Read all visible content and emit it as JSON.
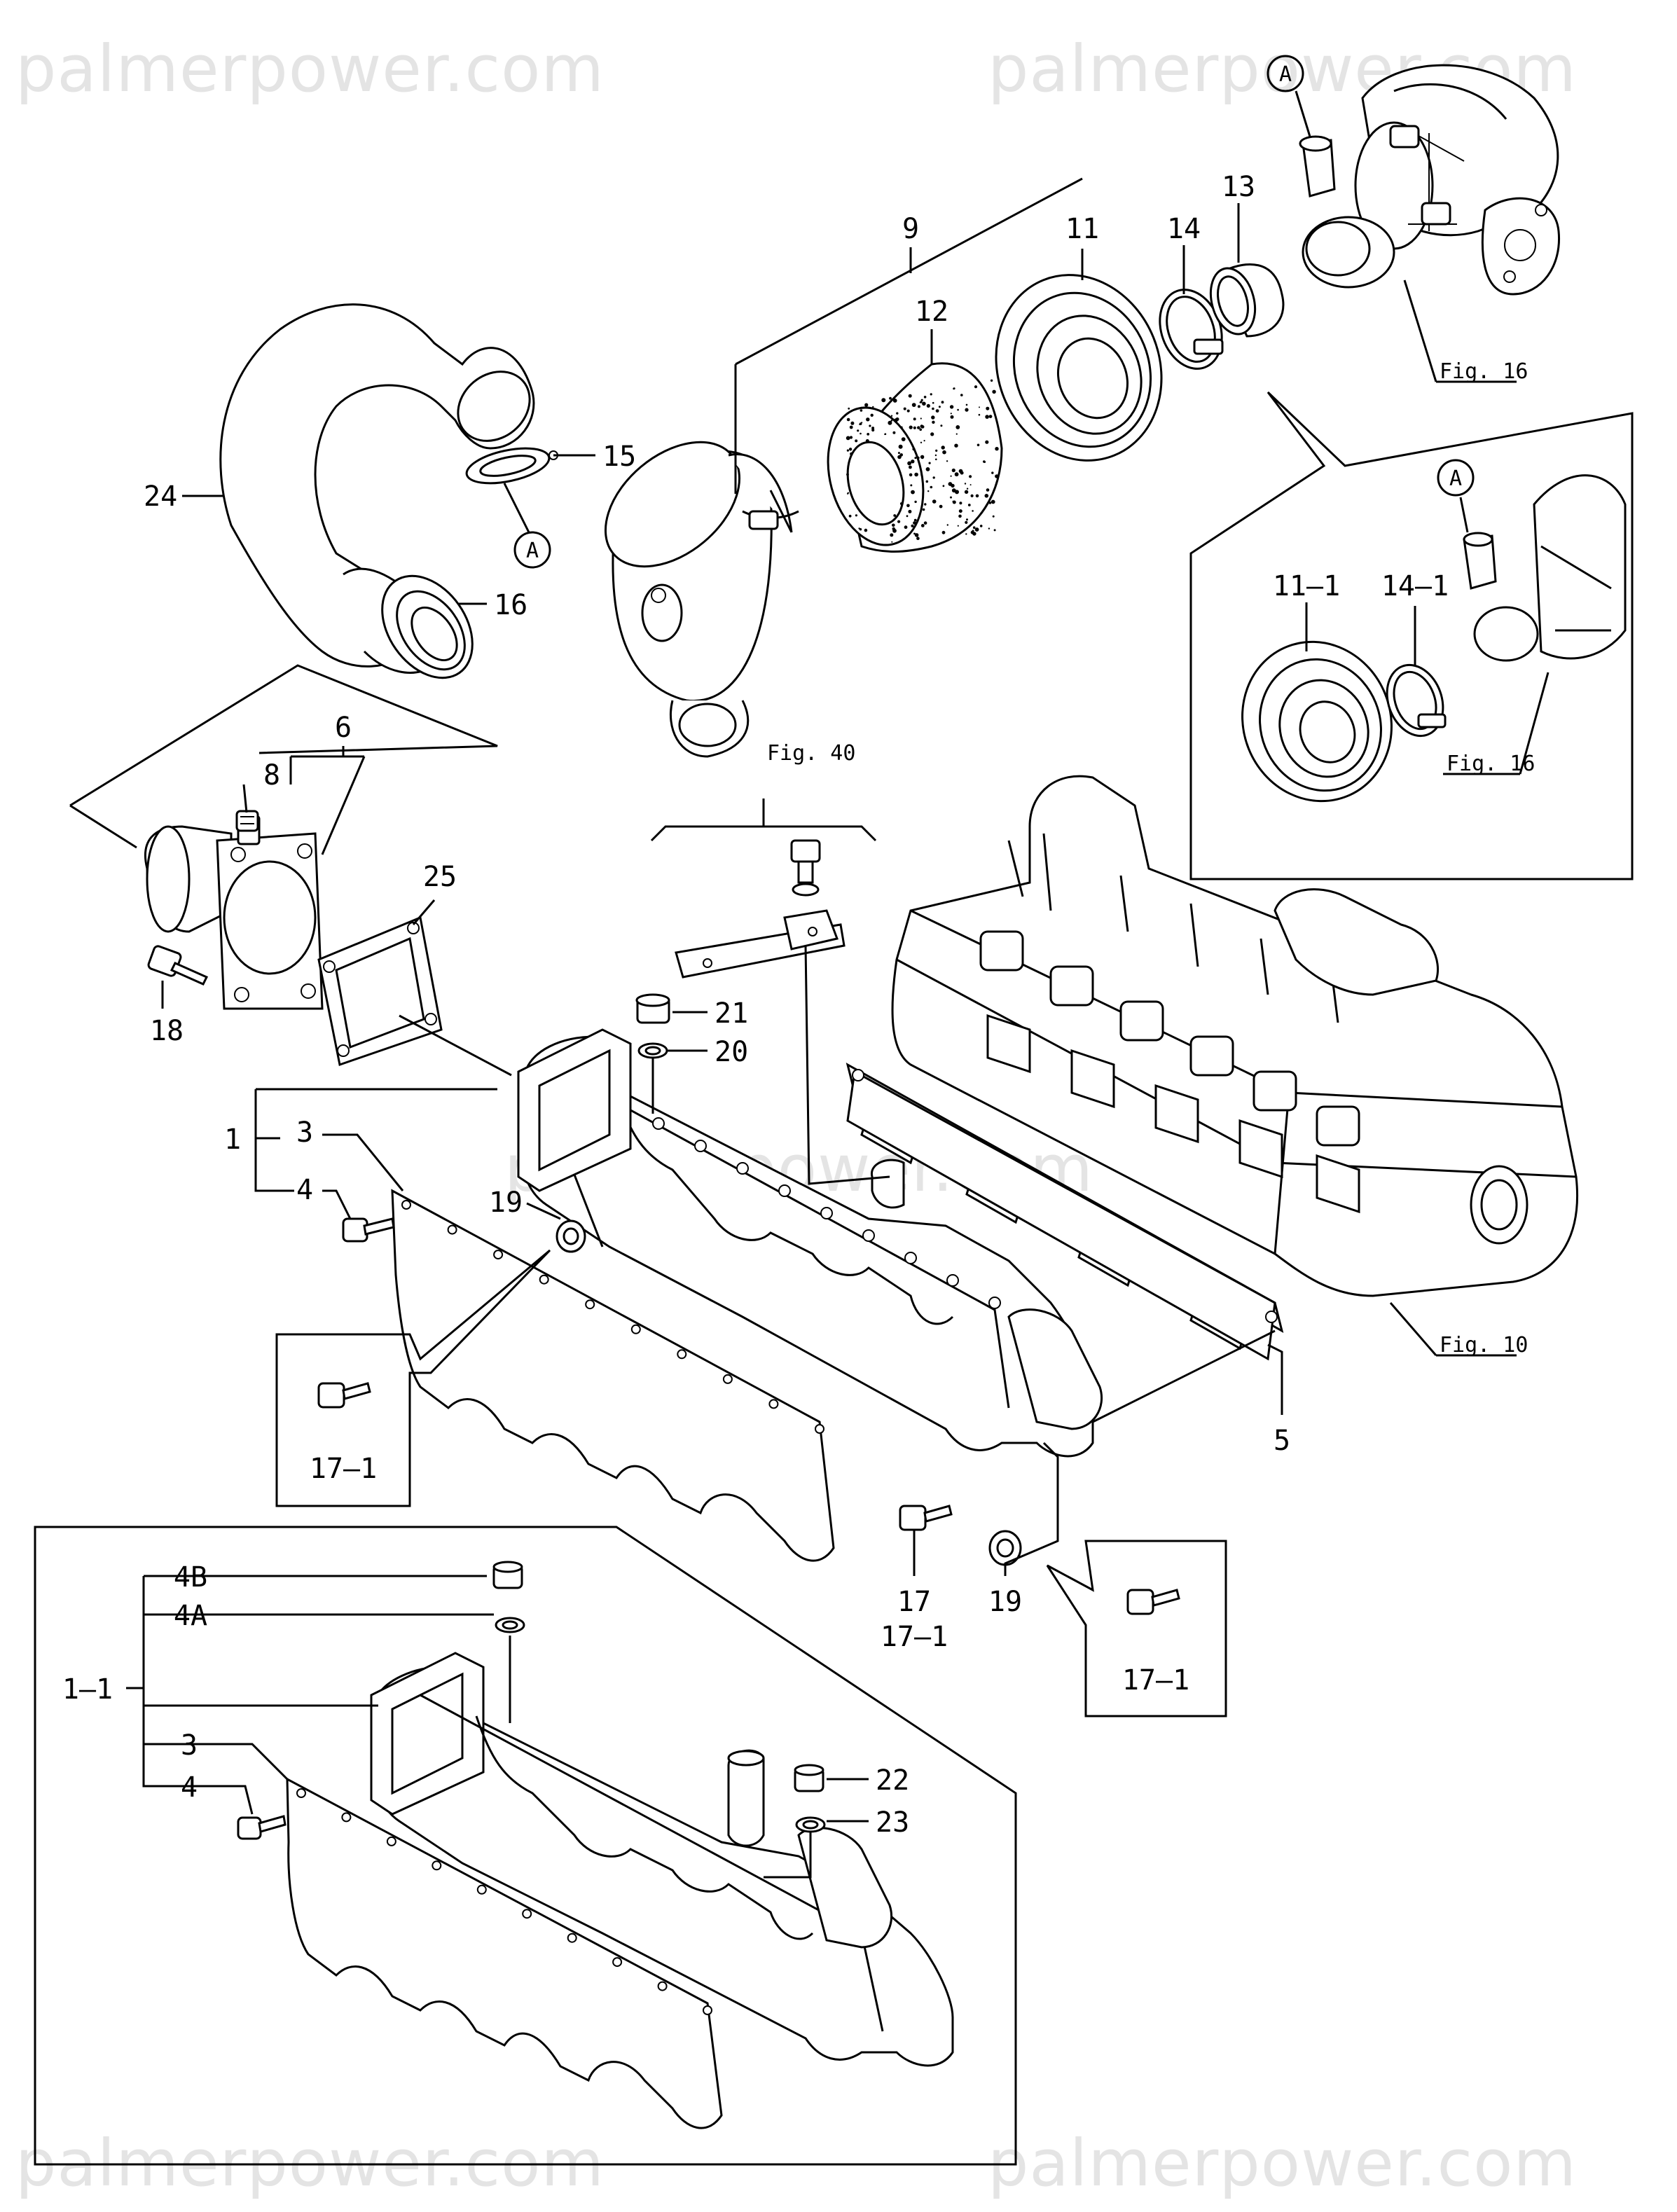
{
  "watermark": {
    "text": "palmerpower.com"
  },
  "callouts": {
    "c9": "9",
    "c11": "11",
    "c12": "12",
    "c13": "13",
    "c14": "14",
    "c15": "15",
    "c16": "16",
    "c24": "24",
    "c6": "6",
    "c8": "8",
    "c25": "25",
    "c18": "18",
    "c21": "21",
    "c20": "20",
    "c1": "1",
    "c3": "3",
    "c4": "4",
    "c19a": "19",
    "c5": "5",
    "c17": "17",
    "c17_1a": "17–1",
    "c19b": "19",
    "c17_1b": "17–1",
    "c17_1c": "17–1",
    "c11_1": "11–1",
    "c14_1": "14–1",
    "c4B": "4B",
    "c4A": "4A",
    "c1_1": "1–1",
    "c3b": "3",
    "c4b": "4",
    "c22": "22",
    "c23": "23"
  },
  "ref_marks": {
    "a1": "A",
    "a2": "A",
    "a3": "A"
  },
  "fig_refs": {
    "fig16a": "Fig. 16",
    "fig16b": "Fig. 16",
    "fig40": "Fig. 40",
    "fig10": "Fig. 10"
  }
}
